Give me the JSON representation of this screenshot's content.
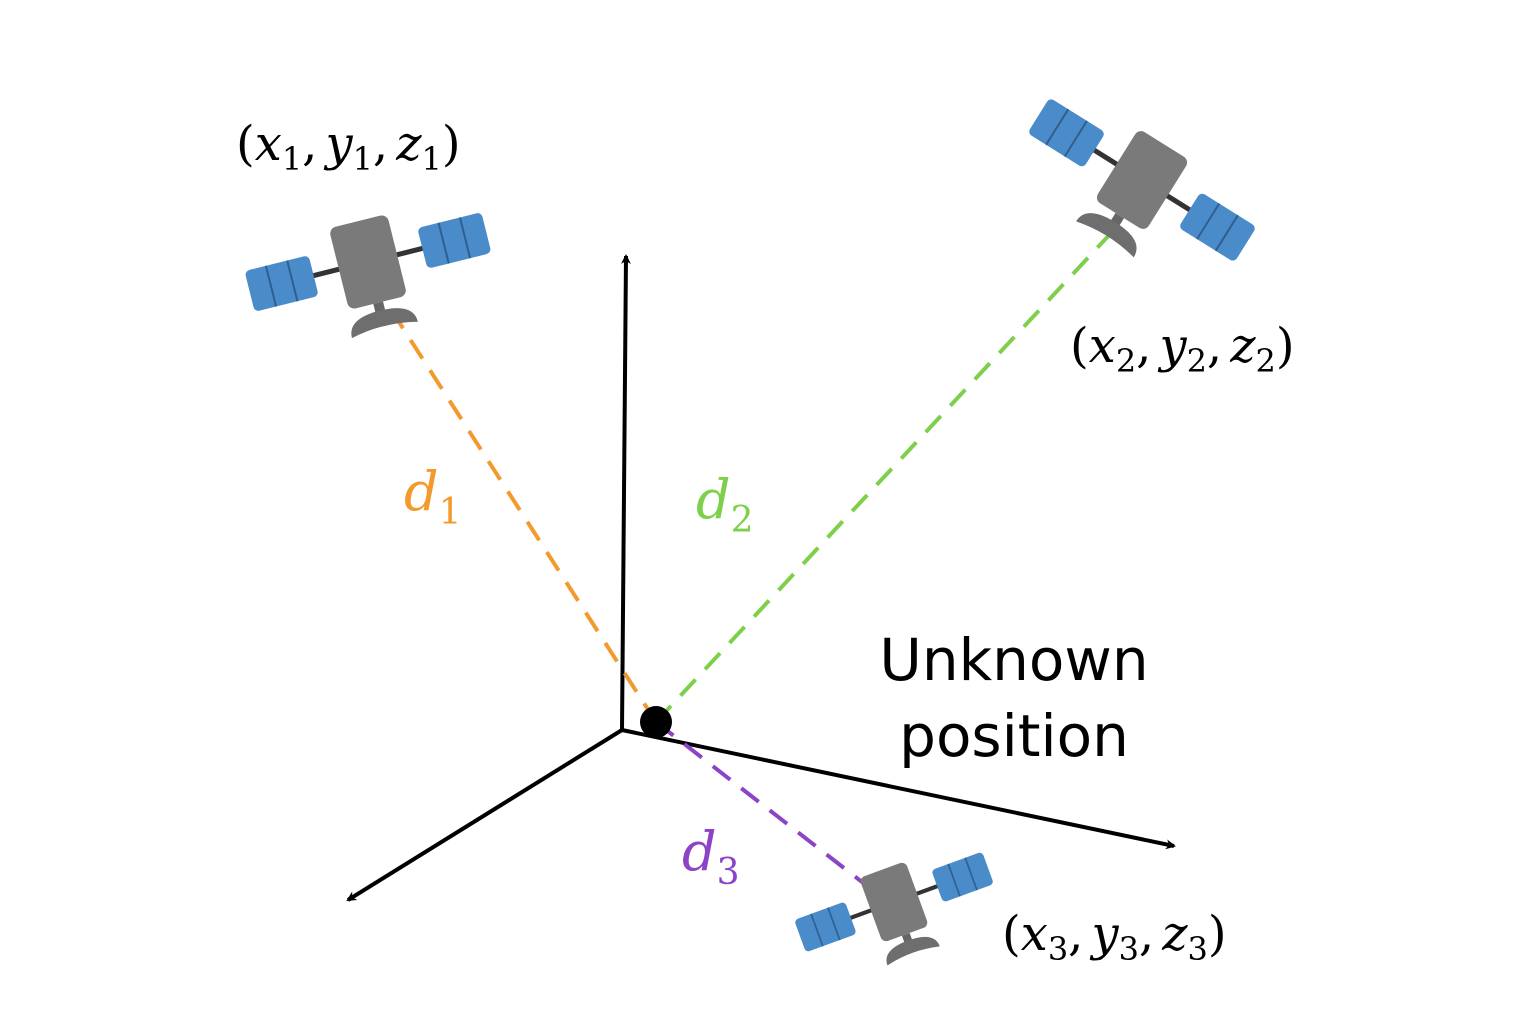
{
  "colors": {
    "background": "#ffffff",
    "axis": "#000000",
    "d1": "#f39a2e",
    "d2": "#7ed04b",
    "d3": "#8c43c6",
    "panel": "#4a8bc9",
    "panel_line": "#2f5f8e",
    "body": "#7a7a7a",
    "strut": "#333333",
    "point": "#000000"
  },
  "satellites": [
    {
      "id": "sat1",
      "icon": "satellite-icon",
      "label": {
        "open": "(",
        "x": "x",
        "y": "y",
        "z": "z",
        "sub": "1",
        "sep": ",",
        "close": ")"
      }
    },
    {
      "id": "sat2",
      "icon": "satellite-icon",
      "label": {
        "open": "(",
        "x": "x",
        "y": "y",
        "z": "z",
        "sub": "2",
        "sep": ",",
        "close": ")"
      }
    },
    {
      "id": "sat3",
      "icon": "satellite-icon",
      "label": {
        "open": "(",
        "x": "x",
        "y": "y",
        "z": "z",
        "sub": "3",
        "sep": ",",
        "close": ")"
      }
    }
  ],
  "distances": [
    {
      "var": "d",
      "sub": "1"
    },
    {
      "var": "d",
      "sub": "2"
    },
    {
      "var": "d",
      "sub": "3"
    }
  ],
  "unknown": {
    "line1": "Unknown",
    "line2": "position"
  }
}
